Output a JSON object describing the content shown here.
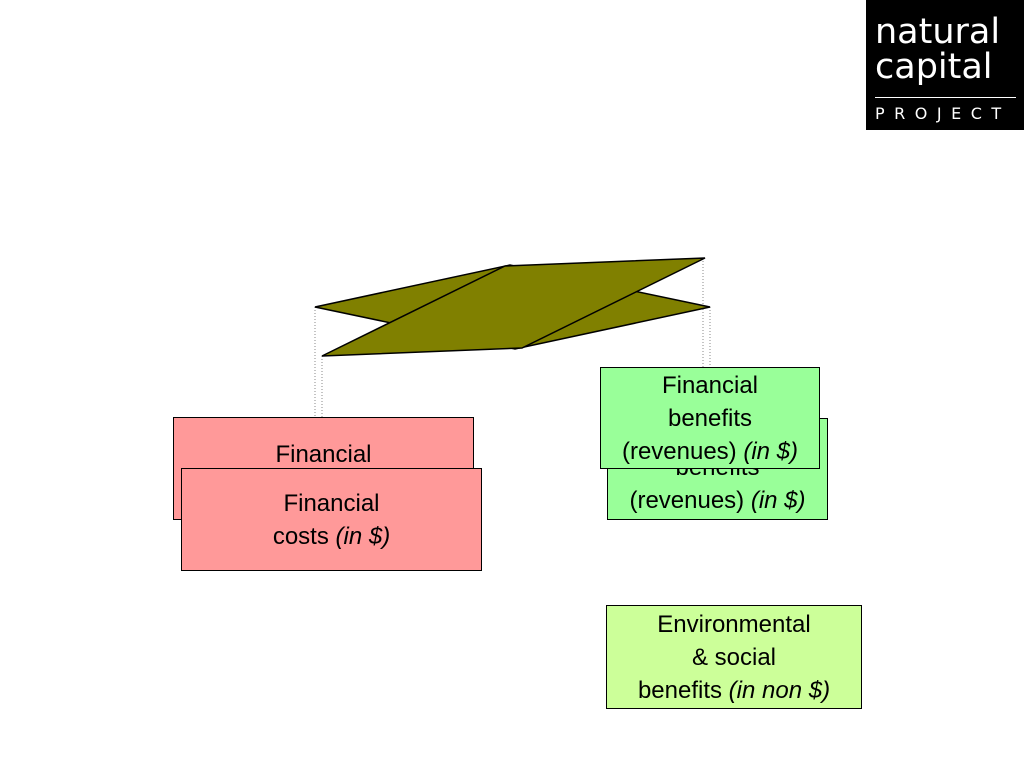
{
  "logo": {
    "line1": "natural",
    "line2": "capital",
    "line3": "PROJECT"
  },
  "colors": {
    "scale": "#808000",
    "costs": "#ff9999",
    "benefits": "#99ff99",
    "environmental": "#ccff99"
  },
  "boxes": {
    "costs_back": {
      "line1": "Financial"
    },
    "costs_front": {
      "line1": "Financial",
      "line2_text": "costs ",
      "line2_em": "(in $)"
    },
    "benefits_back": {
      "line2": "benefits",
      "line3_text": "(revenues) ",
      "line3_em": "(in $)"
    },
    "benefits_front": {
      "line1": "Financial",
      "line2": "benefits",
      "line3_text": "(revenues) ",
      "line3_em": "(in $)"
    },
    "environmental": {
      "line1": "Environmental",
      "line2": "& social",
      "line3_text": "benefits ",
      "line3_em": "(in non $)"
    }
  }
}
